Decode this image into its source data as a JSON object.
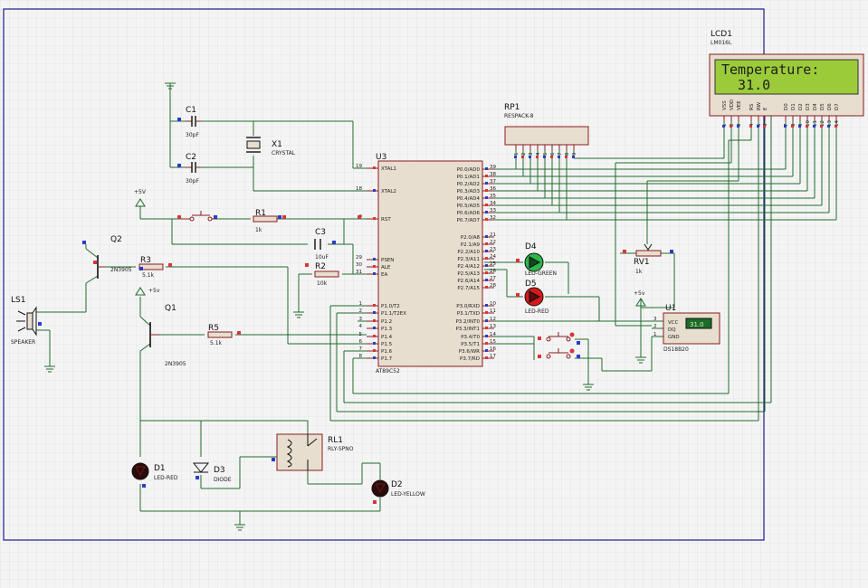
{
  "components": {
    "lcd": {
      "ref": "LCD1",
      "model": "LM016L",
      "line1": "Temperature:",
      "line2": "  31.0",
      "pins": [
        "VSS",
        "VDD",
        "VEE",
        "RS",
        "RW",
        "E",
        "D0",
        "D1",
        "D2",
        "D3",
        "D4",
        "D5",
        "D6",
        "D7"
      ],
      "pin_numbers": [
        "1",
        "2",
        "3",
        "4",
        "5",
        "6",
        "7",
        "8",
        "9",
        "10",
        "11",
        "12",
        "13",
        "14"
      ]
    },
    "rp1": {
      "ref": "RP1",
      "model": "RESPACK-8"
    },
    "u3": {
      "ref": "U3",
      "model": "AT89C52",
      "left_pins": [
        {
          "num": "19",
          "name": "XTAL1"
        },
        {
          "num": "18",
          "name": "XTAL2"
        },
        {
          "num": "9",
          "name": "RST"
        },
        {
          "num": "29",
          "name": "PSEN"
        },
        {
          "num": "30",
          "name": "ALE"
        },
        {
          "num": "31",
          "name": "EA"
        },
        {
          "num": "1",
          "name": "P1.0/T2"
        },
        {
          "num": "2",
          "name": "P1.1/T2EX"
        },
        {
          "num": "3",
          "name": "P1.2"
        },
        {
          "num": "4",
          "name": "P1.3"
        },
        {
          "num": "5",
          "name": "P1.4"
        },
        {
          "num": "6",
          "name": "P1.5"
        },
        {
          "num": "7",
          "name": "P1.6"
        },
        {
          "num": "8",
          "name": "P1.7"
        }
      ],
      "right_pins": [
        {
          "num": "39",
          "name": "P0.0/AD0"
        },
        {
          "num": "38",
          "name": "P0.1/AD1"
        },
        {
          "num": "37",
          "name": "P0.2/AD2"
        },
        {
          "num": "36",
          "name": "P0.3/AD3"
        },
        {
          "num": "35",
          "name": "P0.4/AD4"
        },
        {
          "num": "34",
          "name": "P0.5/AD5"
        },
        {
          "num": "33",
          "name": "P0.6/AD6"
        },
        {
          "num": "32",
          "name": "P0.7/AD7"
        },
        {
          "num": "21",
          "name": "P2.0/A8"
        },
        {
          "num": "22",
          "name": "P2.1/A9"
        },
        {
          "num": "23",
          "name": "P2.2/A10"
        },
        {
          "num": "24",
          "name": "P2.3/A11"
        },
        {
          "num": "25",
          "name": "P2.4/A12"
        },
        {
          "num": "26",
          "name": "P2.5/A13"
        },
        {
          "num": "27",
          "name": "P2.6/A14"
        },
        {
          "num": "28",
          "name": "P2.7/A15"
        },
        {
          "num": "10",
          "name": "P3.0/RXD"
        },
        {
          "num": "11",
          "name": "P3.1/TXD"
        },
        {
          "num": "12",
          "name": "P3.2/INT0"
        },
        {
          "num": "13",
          "name": "P3.3/INT1"
        },
        {
          "num": "14",
          "name": "P3.4/T0"
        },
        {
          "num": "15",
          "name": "P3.5/T1"
        },
        {
          "num": "16",
          "name": "P3.6/WR"
        },
        {
          "num": "17",
          "name": "P3.7/RD"
        }
      ]
    },
    "c1": {
      "ref": "C1",
      "value": "30pF"
    },
    "c2": {
      "ref": "C2",
      "value": "30pF"
    },
    "c3": {
      "ref": "C3",
      "value": "10uF"
    },
    "x1": {
      "ref": "X1",
      "value": "CRYSTAL"
    },
    "r1": {
      "ref": "R1",
      "value": "1k"
    },
    "r2": {
      "ref": "R2",
      "value": "10k"
    },
    "r3": {
      "ref": "R3",
      "value": "5.1k"
    },
    "r5": {
      "ref": "R5",
      "value": "5.1k"
    },
    "q1": {
      "ref": "Q1",
      "value": "2N3905"
    },
    "q2": {
      "ref": "Q2",
      "value": "2N3905"
    },
    "ls1": {
      "ref": "LS1",
      "value": "SPEAKER"
    },
    "d1": {
      "ref": "D1",
      "value": "LED-RED"
    },
    "d2": {
      "ref": "D2",
      "value": "LED-YELLOW"
    },
    "d3": {
      "ref": "D3",
      "value": "DIODE"
    },
    "d4": {
      "ref": "D4",
      "value": "LED-GREEN"
    },
    "d5": {
      "ref": "D5",
      "value": "LED-RED"
    },
    "rl1": {
      "ref": "RL1",
      "value": "RLY-SPNO"
    },
    "rv1": {
      "ref": "RV1",
      "value": "1k"
    },
    "u1": {
      "ref": "U1",
      "model": "DS18B20",
      "pins": [
        "VCC",
        "DQ",
        "GND"
      ],
      "pin_numbers": [
        "3",
        "2",
        "1"
      ],
      "reading": "31.0"
    },
    "supply_a": "+5V",
    "supply_b": "+5v",
    "supply_c": "+5v"
  },
  "colors": {
    "background": "#f4f4f4",
    "grid": "#d9d9d9",
    "frame": "#1a1a8c",
    "wire": "#1f6b2c",
    "part": "#8a1c1c",
    "lcd_screen": "#9ccb3a"
  }
}
